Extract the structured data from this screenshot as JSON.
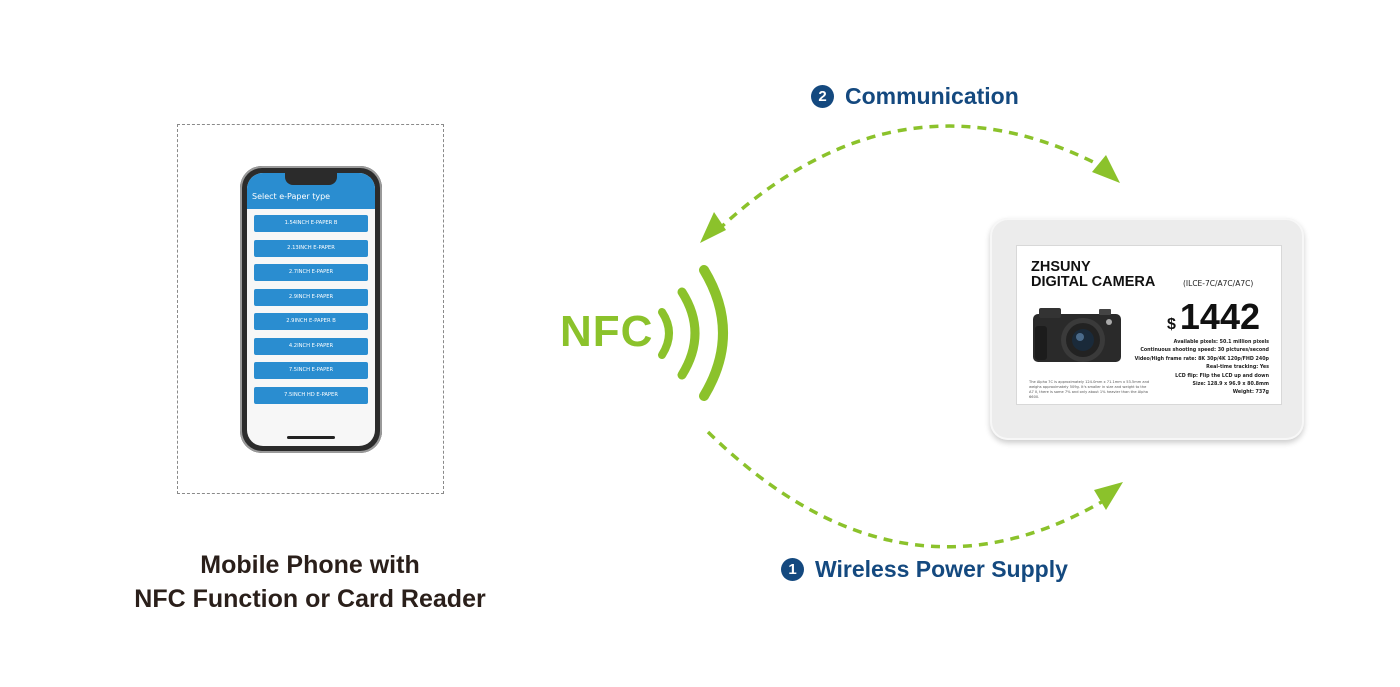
{
  "phone": {
    "screen_title": "Select e-Paper type",
    "options": [
      "1.54INCH E-PAPER B",
      "2.13INCH E-PAPER",
      "2.7INCH E-PAPER",
      "2.9INCH E-PAPER",
      "2.9INCH E-PAPER B",
      "4.2INCH E-PAPER",
      "7.5INCH E-PAPER",
      "7.5INCH HD E-PAPER"
    ],
    "caption_line1": "Mobile Phone with",
    "caption_line2": "NFC Function or Card Reader"
  },
  "nfc": {
    "label": "NFC"
  },
  "steps": {
    "communication": {
      "number": "2",
      "label": "Communication"
    },
    "power": {
      "number": "1",
      "label": "Wireless Power Supply"
    }
  },
  "epaper": {
    "brand_line1": "ZHSUNY",
    "brand_line2": "DIGITAL CAMERA",
    "model": "(ILCE-7C/A7C/A7C)",
    "currency": "$",
    "price": "1442",
    "specs": [
      "Available pixels: 50.1 million pixels",
      "Continuous shooting speed: 30 pictures/second",
      "Video/High frame rate: 8K 30p/4K 120p/FHD 240p",
      "Real-time tracking: Yes",
      "LCD flip: Flip the LCD up and down",
      "Size: 128.9 x 96.9 x 80.8mm",
      "Weight: 737g"
    ],
    "fine_print": "The Alpha 7C is approximately 124.0mm x 71.1mm x 53.5mm and weighs approximately 509g. It's smaller in size and weight to the A7 II, there is some 7% and only about 1% heavier than the Alpha 6600."
  },
  "colors": {
    "nfc_green": "#8bc22b",
    "label_blue": "#14497f",
    "phone_blue": "#2a8dd0"
  }
}
